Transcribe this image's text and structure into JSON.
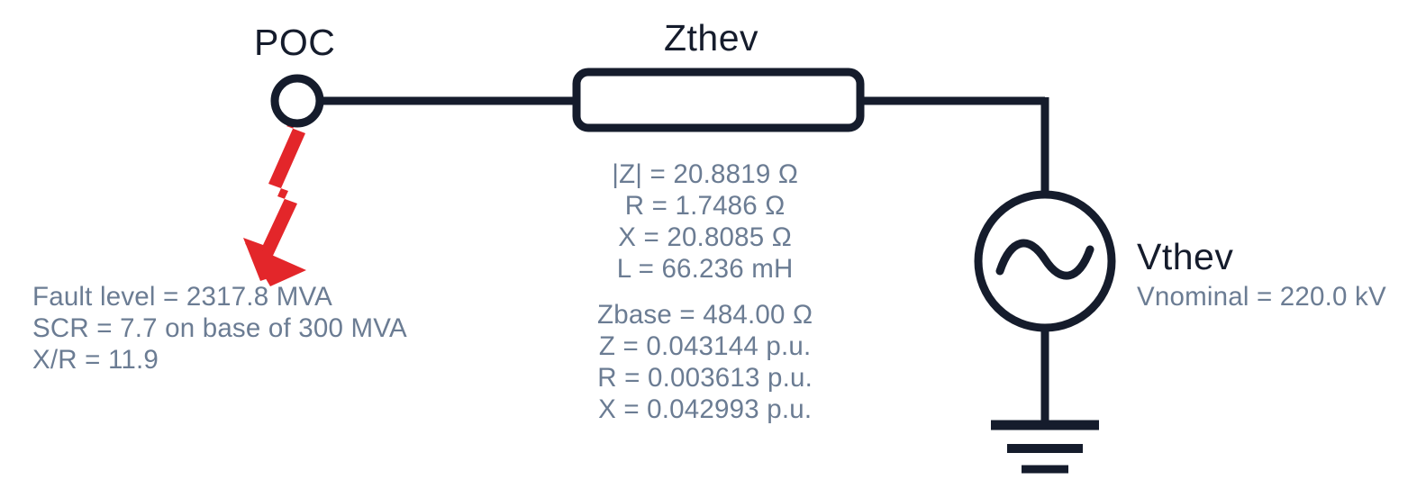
{
  "diagram": {
    "title_poc": "POC",
    "title_zthev": "Zthev",
    "title_vthev": "Vthev",
    "colors": {
      "wire": "#151c2c",
      "fault_arrow": "#e3262a",
      "label": "#151c2c",
      "info_text": "#6b7c93",
      "background": "#ffffff"
    }
  },
  "fault_info": {
    "lines": [
      "Fault level = 2317.8 MVA",
      "SCR = 7.7 on base of 300 MVA",
      "X/R = 11.9"
    ],
    "fault_level_mva": 2317.8,
    "scr": 7.7,
    "scr_base_mva": 300,
    "x_over_r": 11.9
  },
  "impedance_info": {
    "ohms_lines": [
      "|Z| = 20.8819 Ω",
      "R = 1.7486 Ω",
      "X = 20.8085 Ω",
      "L = 66.236 mH"
    ],
    "pu_lines": [
      "Zbase = 484.00 Ω",
      "Z = 0.043144 p.u.",
      "R = 0.003613 p.u.",
      "X = 0.042993 p.u."
    ],
    "z_magnitude_ohm": 20.8819,
    "r_ohm": 1.7486,
    "x_ohm": 20.8085,
    "l_mh": 66.236,
    "zbase_ohm": 484.0,
    "z_pu": 0.043144,
    "r_pu": 0.003613,
    "x_pu": 0.042993
  },
  "source_info": {
    "lines": [
      "Vnominal = 220.0 kV"
    ],
    "vnominal_kv": 220.0
  }
}
